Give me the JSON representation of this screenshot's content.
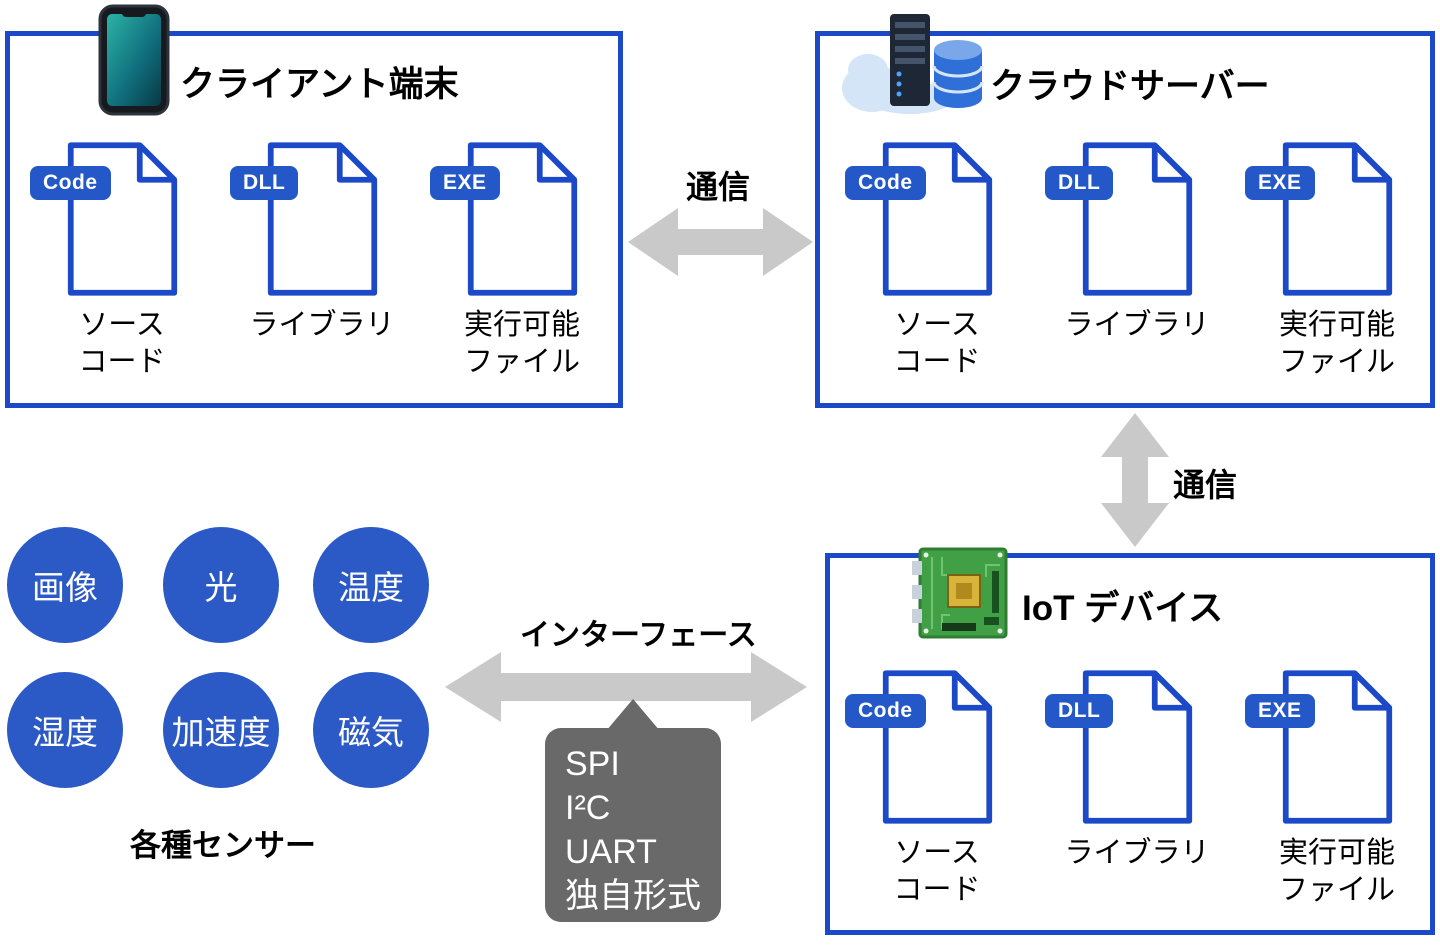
{
  "colors": {
    "box_border_blue": "#1b49c8",
    "badge_blue": "#2458c8",
    "sensor_circle_blue": "#2b5ac6",
    "arrow_gray": "#c9c9c9",
    "callout_gray": "#696969"
  },
  "client": {
    "title": "クライアント端末",
    "files": [
      {
        "badge": "Code",
        "label1": "ソース",
        "label2": "コード"
      },
      {
        "badge": "DLL",
        "label1": "ライブラリ",
        "label2": ""
      },
      {
        "badge": "EXE",
        "label1": "実行可能",
        "label2": "ファイル"
      }
    ]
  },
  "cloud": {
    "title": "クラウドサーバー",
    "files": [
      {
        "badge": "Code",
        "label1": "ソース",
        "label2": "コード"
      },
      {
        "badge": "DLL",
        "label1": "ライブラリ",
        "label2": ""
      },
      {
        "badge": "EXE",
        "label1": "実行可能",
        "label2": "ファイル"
      }
    ]
  },
  "iot": {
    "title": "IoT デバイス",
    "files": [
      {
        "badge": "Code",
        "label1": "ソース",
        "label2": "コード"
      },
      {
        "badge": "DLL",
        "label1": "ライブラリ",
        "label2": ""
      },
      {
        "badge": "EXE",
        "label1": "実行可能",
        "label2": "ファイル"
      }
    ]
  },
  "labels": {
    "comm_top": "通信",
    "comm_right": "通信",
    "interface": "インターフェース"
  },
  "sensors": {
    "items": [
      "画像",
      "光",
      "温度",
      "湿度",
      "加速度",
      "磁気"
    ],
    "caption": "各種センサー"
  },
  "callout": {
    "lines": [
      "SPI",
      "I²C",
      "UART",
      "独自形式"
    ]
  }
}
